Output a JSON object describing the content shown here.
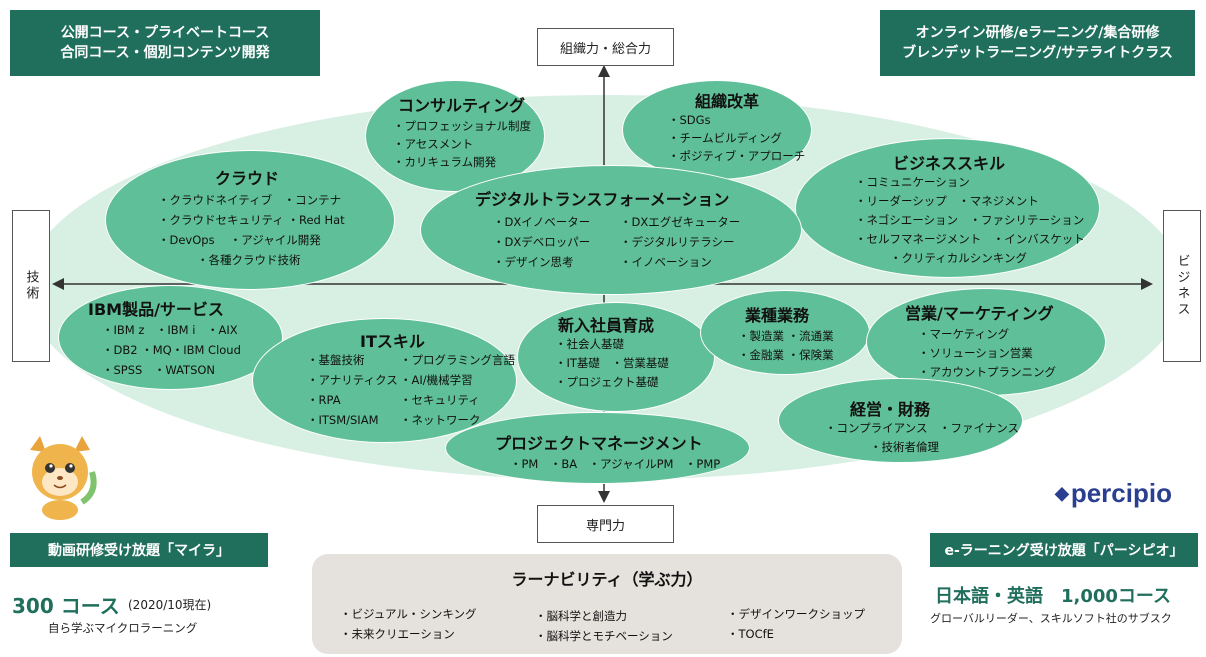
{
  "top_left_box": {
    "line1": "公開コース・プライベートコース",
    "line2": "合同コース・個別コンテンツ開発"
  },
  "top_right_box": {
    "line1": "オンライン研修/eラーニング/集合研修",
    "line2": "ブレンデットラーニング/サテライトクラス"
  },
  "axis": {
    "top": "組織力・総合力",
    "bottom": "専門力",
    "left": "技術",
    "right": "ビジネス"
  },
  "colors": {
    "bubble": "#5fbf98",
    "ellipse": "#d8efe4",
    "dark_green": "#1f6f5c",
    "learnability_bg": "#e5e1dc"
  },
  "bubbles": {
    "consulting": {
      "title": "コンサルティング",
      "items": [
        "・プロフェッショナル制度",
        "・アセスメント",
        "・カリキュラム開発"
      ]
    },
    "org_reform": {
      "title": "組織改革",
      "items": [
        "・SDGs",
        "・チームビルディング",
        "・ポジティブ・アプローチ"
      ]
    },
    "cloud": {
      "title": "クラウド",
      "items": [
        "・クラウドネイティブ　・コンテナ",
        "・クラウドセキュリティ ・Red Hat",
        "・DevOps　 ・アジャイル開発",
        "・各種クラウド技術"
      ]
    },
    "dx": {
      "title": "デジタルトランスフォーメーション",
      "col1": [
        "・DXイノベーター",
        "・DXデベロッパー",
        "・デザイン思考"
      ],
      "col2": [
        "・DXエグゼキューター",
        "・デジタルリテラシー",
        "・イノベーション"
      ]
    },
    "business_skill": {
      "title": "ビジネススキル",
      "items": [
        "・コミュニケーション",
        "・リーダーシップ　・マネジメント",
        "・ネゴシエーション　・ファシリテーション",
        "・セルフマネージメント　・インバスケット",
        "・クリティカルシンキング"
      ]
    },
    "ibm": {
      "title": "IBM製品/サービス",
      "items": [
        "・IBM z　・IBM i　・AIX",
        "・DB2 ・MQ・IBM Cloud",
        "・SPSS　・WATSON"
      ]
    },
    "it_skill": {
      "title": "ITスキル",
      "col1": [
        "・基盤技術",
        "・アナリティクス",
        "・RPA",
        "・ITSM/SIAM"
      ],
      "col2": [
        "・プログラミング言語",
        "・AI/機械学習",
        "・セキュリティ",
        "・ネットワーク"
      ]
    },
    "new_employee": {
      "title": "新入社員育成",
      "items": [
        "・社会人基礎",
        "・IT基礎　・営業基礎",
        "・プロジェクト基礎"
      ]
    },
    "industry": {
      "title": "業種業務",
      "items": [
        "・製造業 ・流通業",
        "・金融業 ・保険業"
      ]
    },
    "sales": {
      "title": "営業/マーケティング",
      "items": [
        "・マーケティング",
        "・ソリューション営業",
        "・アカウントプランニング"
      ]
    },
    "management": {
      "title": "経営・財務",
      "items": [
        "・コンプライアンス　・ファイナンス",
        "・技術者倫理"
      ]
    },
    "pm": {
      "title": "プロジェクトマネージメント",
      "items": [
        "・PM　・BA　・アジャイルPM　・PMP"
      ]
    }
  },
  "maira": {
    "bar": "動画研修受け放題「マイラ」",
    "count": "300 コース",
    "date": "(2020/10現在)",
    "sub": "自ら学ぶマイクロラーニング"
  },
  "percipio": {
    "logo": "percipio",
    "bar": "e-ラーニング受け放題「パーシピオ」",
    "big": "日本語・英語　1,000コース",
    "sub": "グローバルリーダー、スキルソフト社のサブスク"
  },
  "learnability": {
    "title": "ラーナビリティ（学ぶ力）",
    "col1": [
      "・ビジュアル・シンキング",
      "・未来クリエーション"
    ],
    "col2": [
      "・脳科学と創造力",
      "・脳科学とモチベーション"
    ],
    "col3": [
      "・デザインワークショップ",
      "・TOCfE"
    ]
  }
}
